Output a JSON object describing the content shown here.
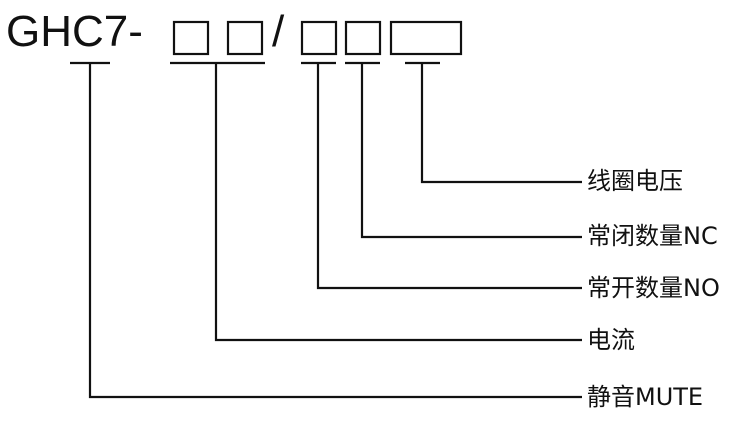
{
  "model": {
    "prefix": "GHC7-",
    "separator": "/"
  },
  "labels": {
    "coil_voltage": "线圈电压",
    "nc_count": "常闭数量NC",
    "no_count": "常开数量NO",
    "current": "电流",
    "mute": "静音MUTE"
  },
  "colors": {
    "ink": "#111111",
    "background": "#ffffff"
  }
}
